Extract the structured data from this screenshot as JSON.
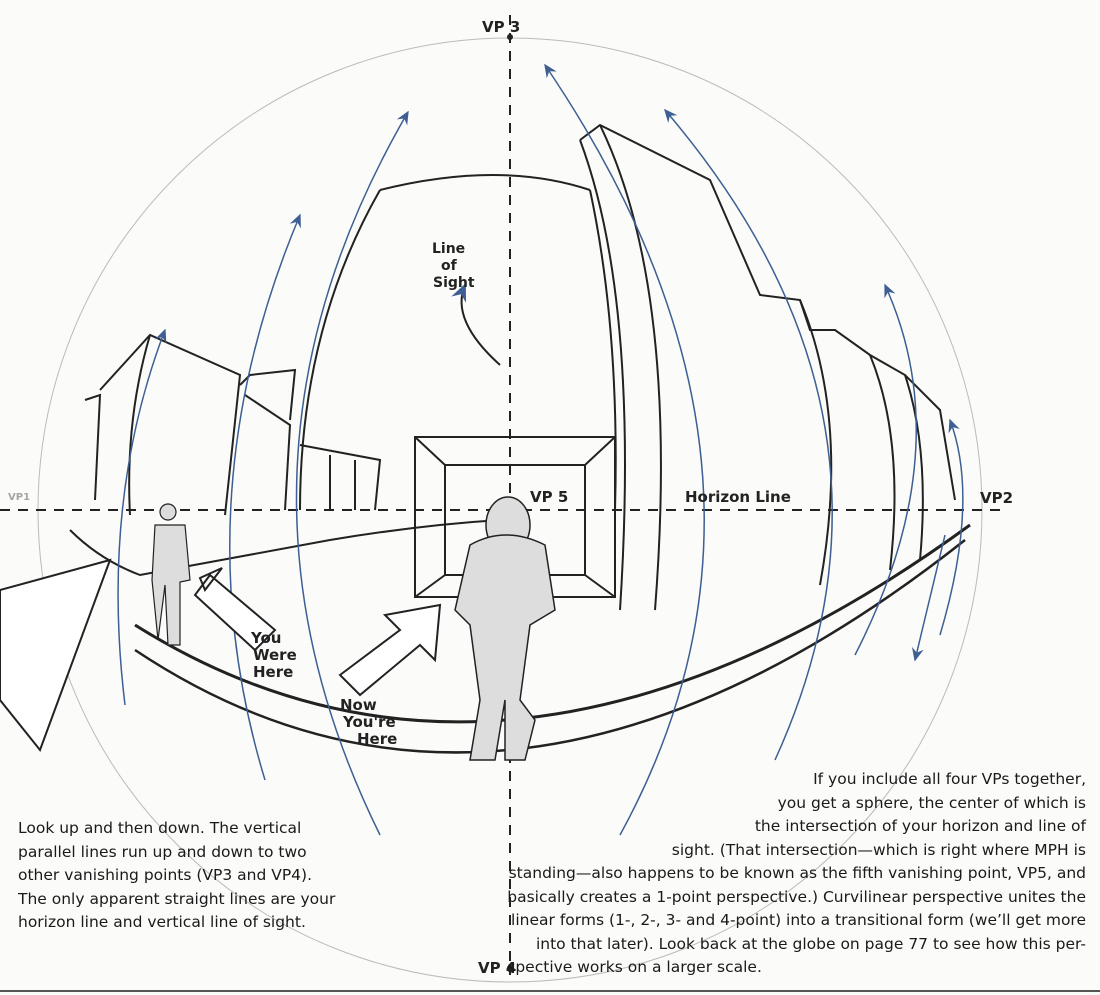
{
  "labels": {
    "vp1": "VP1",
    "vp2": "VP2",
    "vp3": "VP 3",
    "vp4": "VP 4",
    "vp5": "VP 5",
    "horizon": "Horizon Line",
    "line_of_sight": [
      "Line",
      "of",
      "Sight"
    ],
    "you_were_here": [
      "You",
      "Were",
      "Here"
    ],
    "now_youre_here": [
      "Now",
      "You're",
      "Here"
    ]
  },
  "colors": {
    "arrow": "#3d5f93",
    "ink": "#1a1a1a",
    "paper": "#fbfbf9"
  },
  "caption_left": [
    "Look up and then down. The vertical",
    "parallel lines run up and down to two",
    "other vanishing points (VP3 and VP4).",
    "The only apparent straight lines are your",
    "horizon line and vertical line of sight."
  ],
  "caption_right": [
    "If you include all four VPs together,",
    "you get a sphere, the center of which is",
    "the intersection of your horizon and line of",
    "sight. (That intersection—which is right where MPH is",
    "standing—also happens to be known as the fifth vanishing point, VP5, and",
    "basically creates a 1-point perspective.) Curvilinear perspective unites the",
    "linear forms (1-, 2-, 3- and 4-point) into a transitional form (we’ll get more",
    "into that later). Look back at the globe on page 77 to see how this per-",
    "spective works on a larger scale."
  ]
}
